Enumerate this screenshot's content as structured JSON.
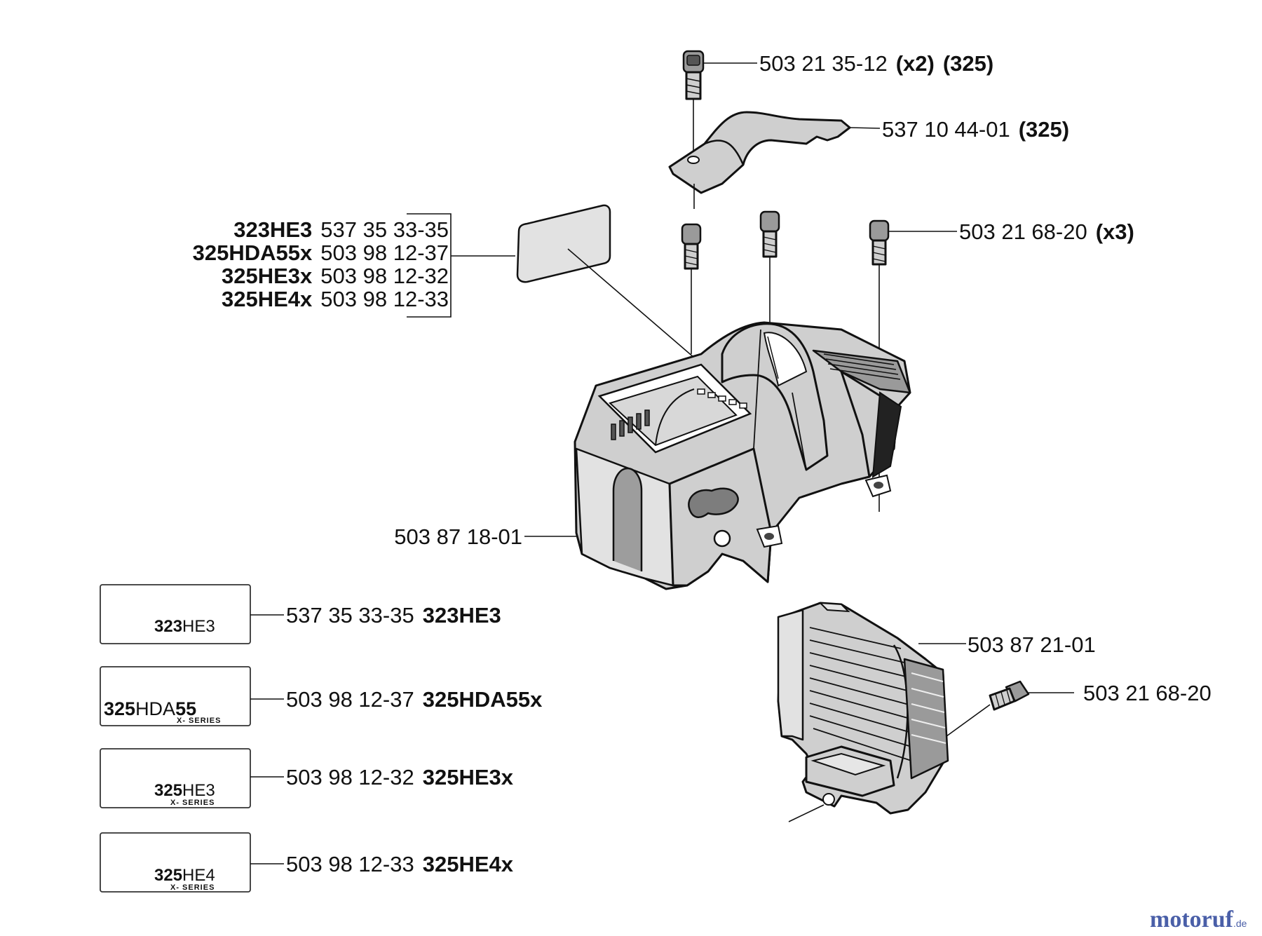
{
  "callouts": {
    "screw_top": {
      "part": "503 21 35-12",
      "qty": "(x2)",
      "model": "(325)"
    },
    "cover_cap": {
      "part": "537 10 44-01",
      "model": "(325)"
    },
    "screws_three": {
      "part": "503 21 68-20",
      "qty": "(x3)"
    },
    "main_cover": {
      "part": "503 87 18-01"
    },
    "rear_cover": {
      "part": "503 87 21-01"
    },
    "side_screw": {
      "part": "503 21 68-20"
    }
  },
  "decal_table": [
    {
      "model": "323HE3",
      "part": "537 35 33-35"
    },
    {
      "model": "325HDA55x",
      "part": "503 98 12-37"
    },
    {
      "model": "325HE3x",
      "part": "503 98 12-32"
    },
    {
      "model": "325HE4x",
      "part": "503 98 12-33"
    }
  ],
  "decals": [
    {
      "part": "537 35 33-35",
      "model": "323HE3",
      "art_main": "323",
      "art_thin": "HE3",
      "art_sub": ""
    },
    {
      "part": "503 98 12-37",
      "model": "325HDA55x",
      "art_main": "325",
      "art_thin": "HDA",
      "art_tail": "55",
      "art_sub": "X- SERIES"
    },
    {
      "part": "503 98 12-32",
      "model": "325HE3x",
      "art_main": "325",
      "art_thin": "HE3",
      "art_sub": "X- SERIES"
    },
    {
      "part": "503 98 12-33",
      "model": "325HE4x",
      "art_main": "325",
      "art_thin": "HE4",
      "art_sub": "X- SERIES"
    }
  ],
  "watermark": {
    "main": "motoruf",
    "suffix": ".de"
  },
  "colors": {
    "line": "#111111",
    "part_fill": "#cfcfcf",
    "watermark_main": "#4a5fa8",
    "watermark_accent": "#c0392b"
  }
}
